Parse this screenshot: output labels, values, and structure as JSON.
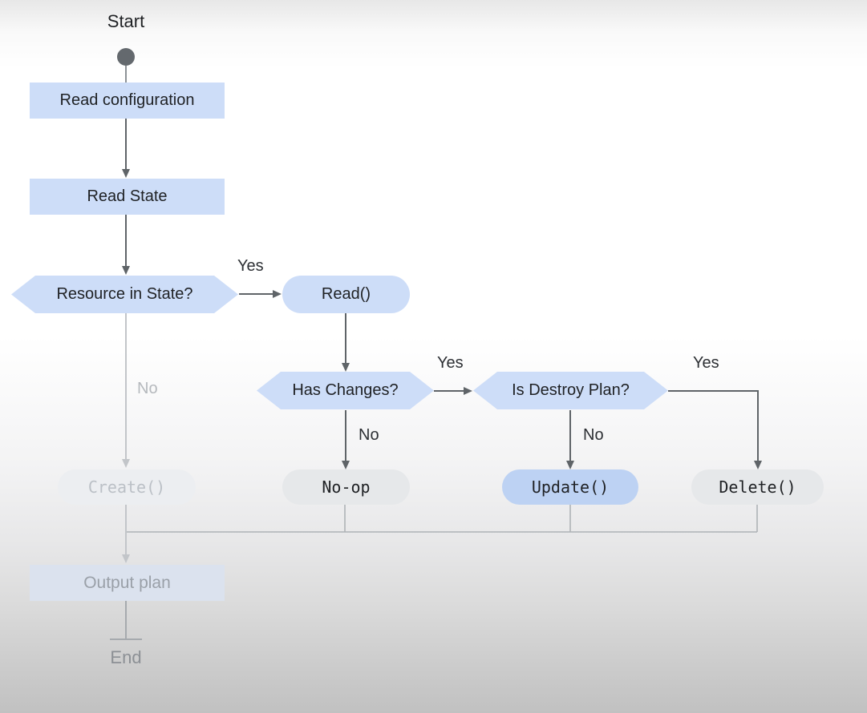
{
  "nodes": {
    "start": "Start",
    "read_configuration": "Read configuration",
    "read_state": "Read State",
    "resource_in_state": "Resource in State?",
    "read_fn": "Read()",
    "has_changes": "Has Changes?",
    "is_destroy_plan": "Is Destroy Plan?",
    "create_fn": "Create()",
    "no_op": "No-op",
    "update_fn": "Update()",
    "delete_fn": "Delete()",
    "output_plan": "Output plan",
    "end": "End"
  },
  "edges": {
    "resource_yes": "Yes",
    "resource_no": "No",
    "changes_yes": "Yes",
    "changes_no": "No",
    "destroy_yes": "Yes",
    "destroy_no": "No"
  },
  "colors": {
    "node_blue": "#cdddf8",
    "node_blue_strong": "#bdd2f3",
    "node_gray": "#e6e8ea",
    "node_faded": "#eceef1",
    "node_output": "#dbe2ee",
    "arrow_dark": "#5f6468",
    "arrow_faded": "#c2c5c9",
    "arrow_gray": "#aeb2b6",
    "arrow_end": "#a6aaae",
    "start_dot": "#64696e",
    "text_dark": "#1f2124",
    "text_label": "#2c2f33",
    "text_faded": "#b5b9bd",
    "text_faded2": "#bbc0c6",
    "text_out": "#9aa0a8",
    "text_end": "#8c9095"
  }
}
